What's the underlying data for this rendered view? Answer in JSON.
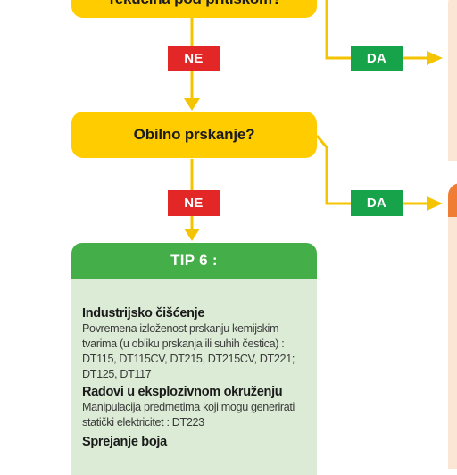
{
  "decisions": {
    "top": "Tekućina pod pritiskom?",
    "middle": "Obilno prskanje?"
  },
  "answers": {
    "no": "NE",
    "yes": "DA"
  },
  "result": {
    "header": "TIP 6 :",
    "sections": [
      {
        "title": "Industrijsko čišćenje",
        "text": "Povremena izloženost prskanju kemijskim tvarima (u obliku prskanja ili suhih čestica) : DT115, DT115CV, DT215, DT215CV, DT221; DT125, DT117"
      },
      {
        "title": "Radovi u eksplozivnom okruženju",
        "text": "Manipulacija predmetima koji mogu generirati statički elektricitet : DT223"
      },
      {
        "title": "Sprejanje boja",
        "text": ""
      }
    ]
  },
  "colors": {
    "decision": "#ffcc00",
    "no": "#e32626",
    "yes": "#17a34a",
    "result_header": "#44ae48",
    "result_body": "#dcebd6",
    "panel_peach": "#fbe5d5",
    "panel_orange": "#ef7d33"
  }
}
